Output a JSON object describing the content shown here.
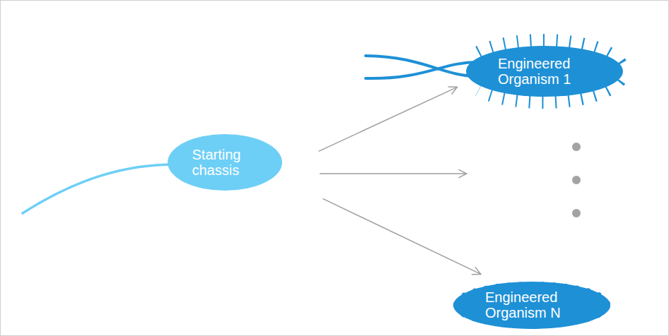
{
  "diagram": {
    "nodes": [
      {
        "text": [
          "Starting chassis"
        ]
      },
      {
        "text": [
          "Engineered Organism 1"
        ]
      },
      {
        "text": [
          "Engineered Organism N"
        ]
      }
    ],
    "edges": [
      {
        "from": 0,
        "to": 1,
        "arrow": "to"
      },
      {
        "from": 0,
        "to": 2,
        "arrow": "to"
      }
    ]
  }
}
